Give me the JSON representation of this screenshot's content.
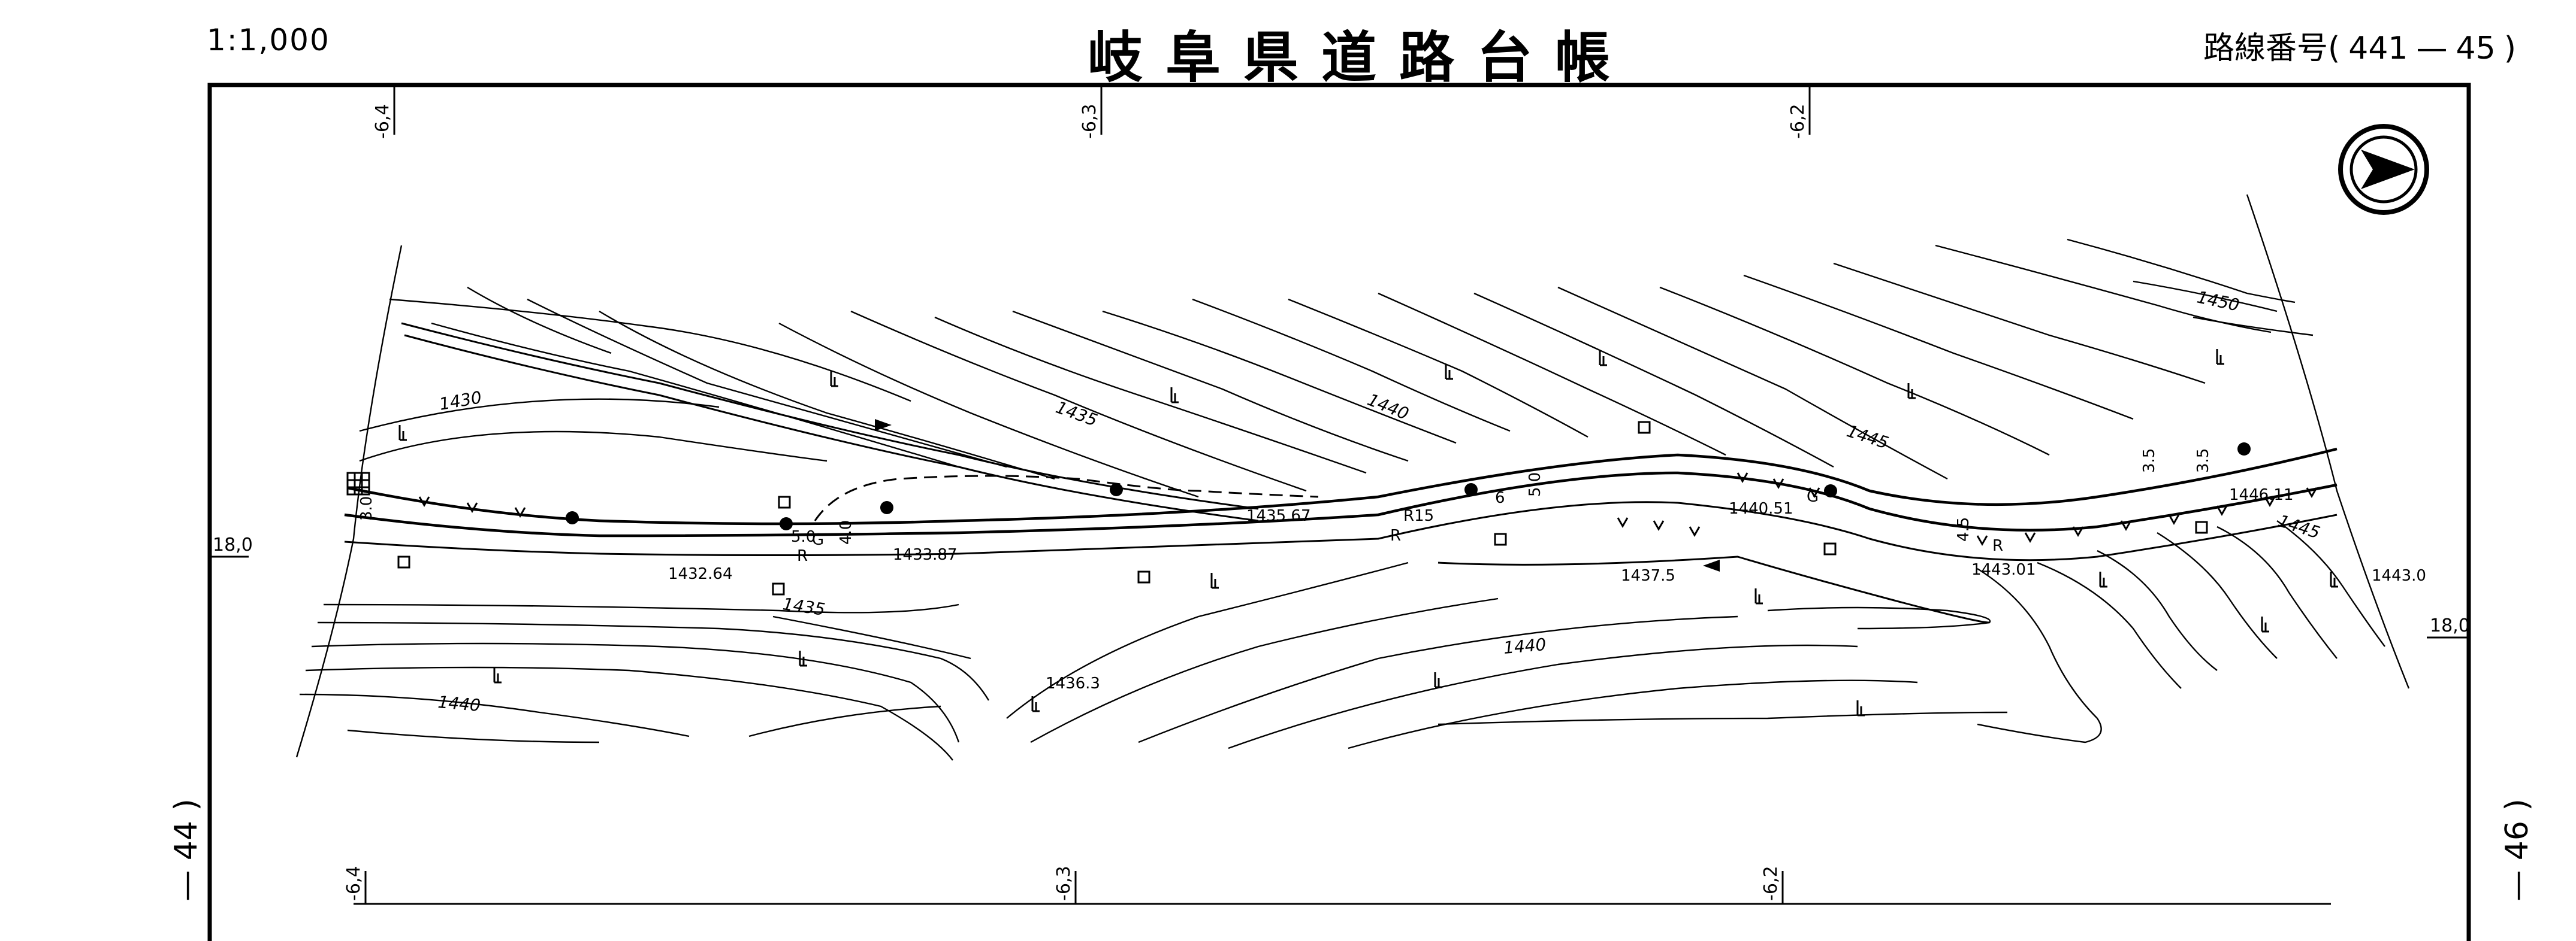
{
  "header": {
    "scale": "1:1,000",
    "title": "岐阜県道路台帳",
    "route_label": "路線番号(",
    "route_number": "441",
    "route_dash": "—",
    "route_sheet": "45",
    "route_close": ")"
  },
  "page_refs": {
    "left": "— 44 )",
    "right": "— 46 )"
  },
  "stations": {
    "top": [
      "-6,4",
      "-6,3",
      "-6,2"
    ],
    "bottom": [
      "-6,4",
      "-6,3",
      "-6,2"
    ],
    "offset_left": "18,0",
    "offset_right": "18,0"
  },
  "contour_labels": [
    "1430",
    "1435",
    "1440",
    "1445",
    "1450",
    "1435",
    "1440",
    "1440",
    "1445"
  ],
  "spot_elevations": [
    "1432.64",
    "1433.87",
    "1435.67",
    "1440.51",
    "1437.5",
    "1443.01",
    "1446.11",
    "1443.0",
    "1436.3"
  ],
  "road_annotations": [
    "R",
    "R",
    "R",
    "R15",
    "G",
    "G",
    "6",
    "5.0",
    "3.5",
    "3.5",
    "4.5",
    "4.0",
    "3.0",
    "5.0"
  ],
  "north_arrow": "north-arrow-icon"
}
